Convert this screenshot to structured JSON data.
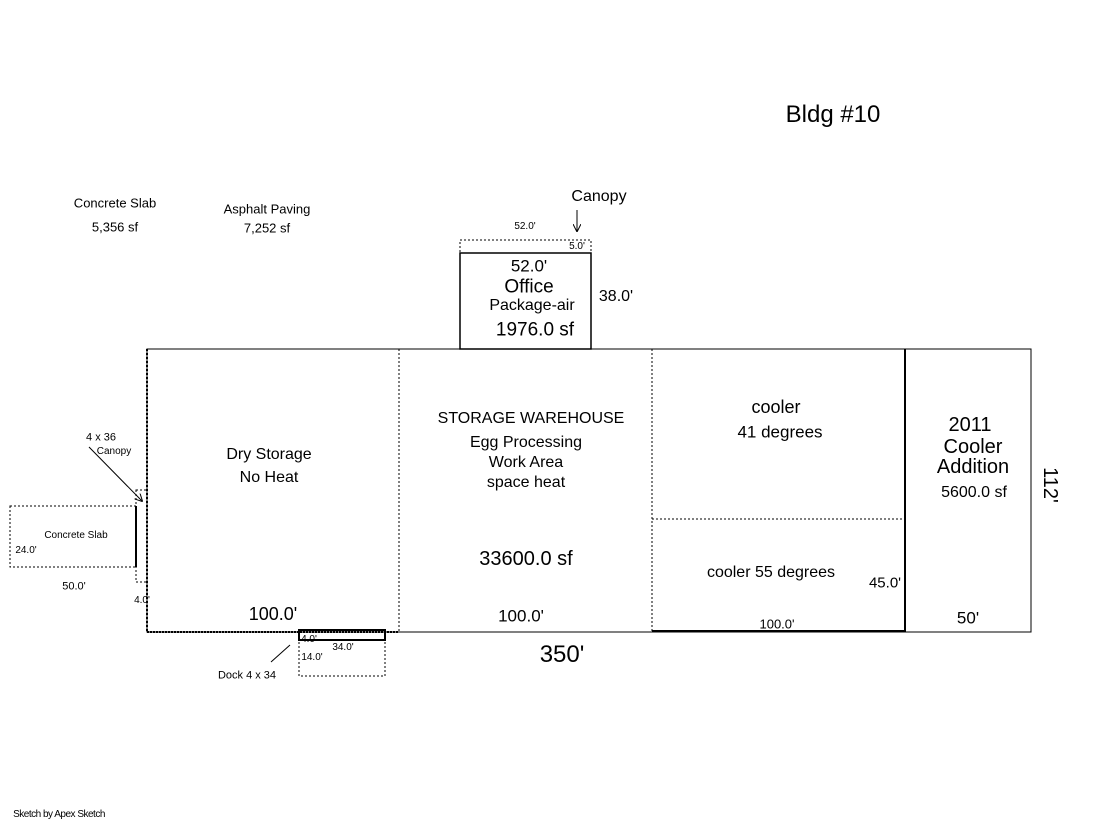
{
  "title": "Bldg #10",
  "footer": "Sketch by Apex Sketch",
  "areas": {
    "concrete_slab": {
      "label": "Concrete Slab",
      "value": "5,356 sf"
    },
    "asphalt": {
      "label": "Asphalt Paving",
      "value": "7,252 sf"
    }
  },
  "canopy_top": {
    "label": "Canopy",
    "width": "52.0'",
    "depth": "5.0'"
  },
  "office": {
    "width": "52.0'",
    "name": "Office",
    "hvac": "Package-air",
    "area": "1976.0 sf",
    "depth": "38.0'"
  },
  "left_canopy": {
    "size": "4 x 36",
    "label": "Canopy",
    "depth": "4.0'"
  },
  "left_slab": {
    "label": "Concrete Slab",
    "depth": "24.0'",
    "width": "50.0'"
  },
  "dry_storage": {
    "name": "Dry Storage",
    "heat": "No Heat",
    "width": "100.0'"
  },
  "warehouse": {
    "name": "STORAGE WAREHOUSE",
    "line2": "Egg Processing",
    "line3": "Work Area",
    "line4": "space heat",
    "area": "33600.0 sf",
    "width": "100.0'"
  },
  "cooler41": {
    "name": "cooler",
    "temp": "41 degrees"
  },
  "cooler55": {
    "name": "cooler 55 degrees",
    "depth": "45.0'",
    "width": "100.0'"
  },
  "addition": {
    "year": "2011",
    "line2": "Cooler",
    "line3": "Addition",
    "area": "5600.0 sf",
    "width": "50'"
  },
  "dock": {
    "label": "Dock 4 x 34",
    "depth": "4.0'",
    "width": "34.0'",
    "slab_depth": "14.0'"
  },
  "overall": {
    "length": "350'",
    "depth": "112'"
  }
}
